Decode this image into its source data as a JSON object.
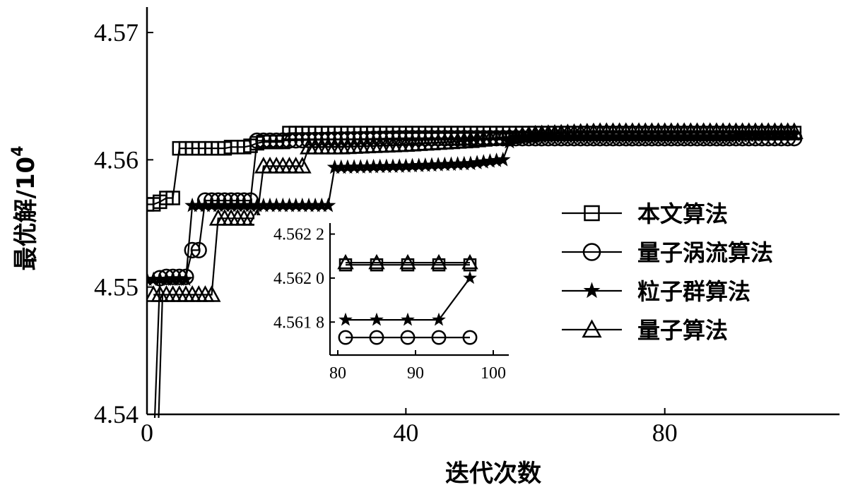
{
  "chart_data": [
    {
      "type": "line",
      "xlabel": "迭代次数",
      "ylabel": "最优解/10",
      "ylabel_exponent": "4",
      "xlim": [
        0,
        107
      ],
      "ylim": [
        4.54,
        4.572
      ],
      "xticks": [
        0,
        40,
        80
      ],
      "xtick_labels": [
        "0",
        "40",
        "80"
      ],
      "yticks": [
        4.54,
        4.55,
        4.56,
        4.57
      ],
      "ytick_labels": [
        "4.54",
        "4.55",
        "4.56",
        "4.57"
      ],
      "grid": false,
      "legend_position": "right",
      "series": [
        {
          "name": "本文算法",
          "marker": "square",
          "x": [
            0,
            1,
            2,
            3,
            4,
            5,
            6,
            7,
            8,
            9,
            10,
            11,
            12,
            13,
            14,
            15,
            16,
            17,
            18,
            19,
            20,
            21,
            22,
            30,
            40,
            50,
            60,
            70,
            80,
            90,
            100
          ],
          "y": [
            4.5565,
            4.5565,
            4.5567,
            4.557,
            4.557,
            4.5609,
            4.5609,
            4.5609,
            4.5609,
            4.5609,
            4.5609,
            4.5609,
            4.5609,
            4.561,
            4.561,
            4.561,
            4.5611,
            4.5613,
            4.5614,
            4.5614,
            4.5614,
            4.5614,
            4.5621,
            4.5621,
            4.5621,
            4.5621,
            4.5621,
            4.5621,
            4.5621,
            4.5621,
            4.5621
          ]
        },
        {
          "name": "量子涡流算法",
          "marker": "circle",
          "x": [
            2,
            3,
            4,
            5,
            6,
            7,
            8,
            9,
            10,
            11,
            12,
            13,
            14,
            15,
            16,
            17,
            18,
            19,
            20,
            30,
            40,
            50,
            60,
            70,
            80,
            90,
            100
          ],
          "y": [
            4.5507,
            4.5508,
            4.5508,
            4.5508,
            4.5508,
            4.5529,
            4.5529,
            4.5568,
            4.5568,
            4.5568,
            4.5568,
            4.5568,
            4.5568,
            4.5568,
            4.5568,
            4.5615,
            4.5615,
            4.5615,
            4.5615,
            4.5616,
            4.5617,
            4.5617,
            4.5617,
            4.5617,
            4.5617,
            4.5617,
            4.5617
          ]
        },
        {
          "name": "粒子群算法",
          "marker": "star",
          "x": [
            0,
            1,
            2,
            3,
            4,
            5,
            6,
            7,
            8,
            9,
            10,
            20,
            28,
            29,
            30,
            40,
            50,
            55,
            56,
            57,
            60,
            70,
            80,
            90,
            97,
            100
          ],
          "y": [
            4.5506,
            4.5506,
            4.5506,
            4.5506,
            4.5506,
            4.5506,
            4.5506,
            4.5564,
            4.5564,
            4.5564,
            4.5564,
            4.5564,
            4.5564,
            4.5594,
            4.5594,
            4.5595,
            4.5597,
            4.56,
            4.5614,
            4.5618,
            4.5618,
            4.5618,
            4.5618,
            4.5618,
            4.562,
            4.562
          ]
        },
        {
          "name": "量子算法",
          "marker": "triangle",
          "x": [
            1,
            2,
            3,
            4,
            5,
            6,
            7,
            8,
            9,
            10,
            11,
            12,
            13,
            14,
            15,
            16,
            17,
            18,
            19,
            20,
            21,
            22,
            23,
            24,
            25,
            26,
            30,
            40,
            50,
            60,
            70,
            80,
            90,
            100
          ],
          "y": [
            4.5494,
            4.5494,
            4.5494,
            4.5494,
            4.5494,
            4.5494,
            4.5494,
            4.5494,
            4.5494,
            4.5494,
            4.5554,
            4.5554,
            4.5554,
            4.5554,
            4.5554,
            4.5554,
            4.5554,
            4.5595,
            4.5595,
            4.5595,
            4.5595,
            4.5595,
            4.5595,
            4.5595,
            4.561,
            4.561,
            4.561,
            4.5612,
            4.5615,
            4.562,
            4.5622,
            4.5622,
            4.5622,
            4.5622
          ]
        }
      ]
    },
    {
      "type": "line",
      "xlim": [
        79,
        102
      ],
      "ylim": [
        4.56165,
        4.56225
      ],
      "xticks": [
        80,
        90,
        100
      ],
      "xtick_labels": [
        "80",
        "90",
        "100"
      ],
      "yticks": [
        4.5618,
        4.562,
        4.5622
      ],
      "ytick_labels": [
        "4.561 8",
        "4.562 0",
        "4.562 2"
      ],
      "grid": false,
      "series": [
        {
          "marker": "square",
          "x": [
            81,
            85,
            89,
            93,
            97
          ],
          "y": [
            4.56206,
            4.56206,
            4.56206,
            4.56206,
            4.56206
          ]
        },
        {
          "marker": "triangle",
          "x": [
            81,
            85,
            89,
            93,
            97
          ],
          "y": [
            4.56207,
            4.56207,
            4.56207,
            4.56207,
            4.56207
          ]
        },
        {
          "marker": "star",
          "x": [
            81,
            85,
            89,
            93,
            97
          ],
          "y": [
            4.56181,
            4.56181,
            4.56181,
            4.56181,
            4.562
          ]
        },
        {
          "marker": "circle",
          "x": [
            81,
            85,
            89,
            93,
            97
          ],
          "y": [
            4.56173,
            4.56173,
            4.56173,
            4.56173,
            4.56173
          ]
        }
      ]
    }
  ]
}
